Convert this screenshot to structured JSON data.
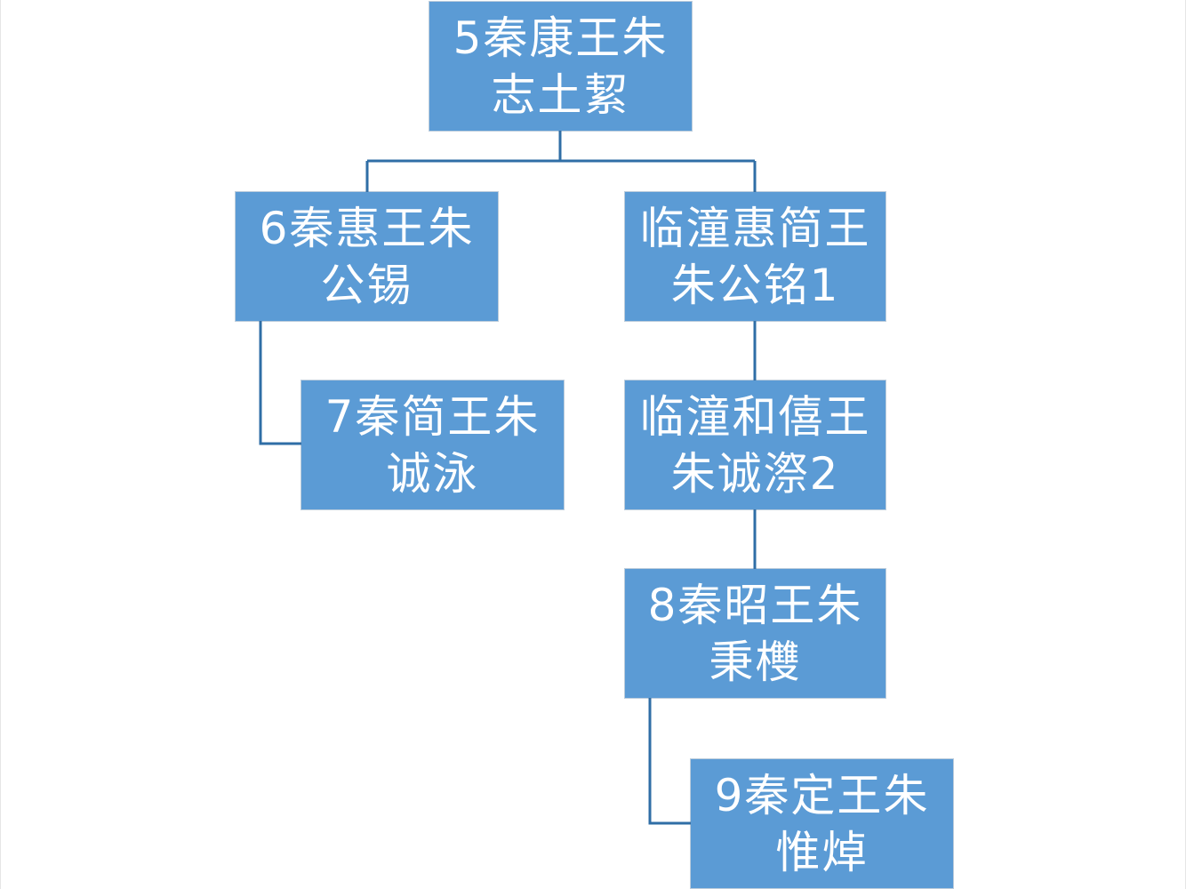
{
  "diagram": {
    "colors": {
      "node_fill": "#5b9bd5",
      "node_text": "#ffffff",
      "connector": "#2f6ea6"
    },
    "nodes": [
      {
        "id": "n5",
        "label": "5秦康王朱\n志土絜"
      },
      {
        "id": "n6",
        "label": "6秦惠王朱\n公锡"
      },
      {
        "id": "nL1",
        "label": "临潼惠简王\n朱公铭1"
      },
      {
        "id": "n7",
        "label": "7秦简王朱\n诚泳"
      },
      {
        "id": "nL2",
        "label": "临潼和僖王\n朱诚漈2"
      },
      {
        "id": "n8",
        "label": "8秦昭王朱\n秉欆"
      },
      {
        "id": "n9",
        "label": "9秦定王朱\n惟焯"
      }
    ],
    "edges": [
      {
        "from": "n5",
        "to": "n6"
      },
      {
        "from": "n5",
        "to": "nL1"
      },
      {
        "from": "n6",
        "to": "n7"
      },
      {
        "from": "nL1",
        "to": "nL2"
      },
      {
        "from": "nL2",
        "to": "n8"
      },
      {
        "from": "n8",
        "to": "n9"
      }
    ]
  }
}
